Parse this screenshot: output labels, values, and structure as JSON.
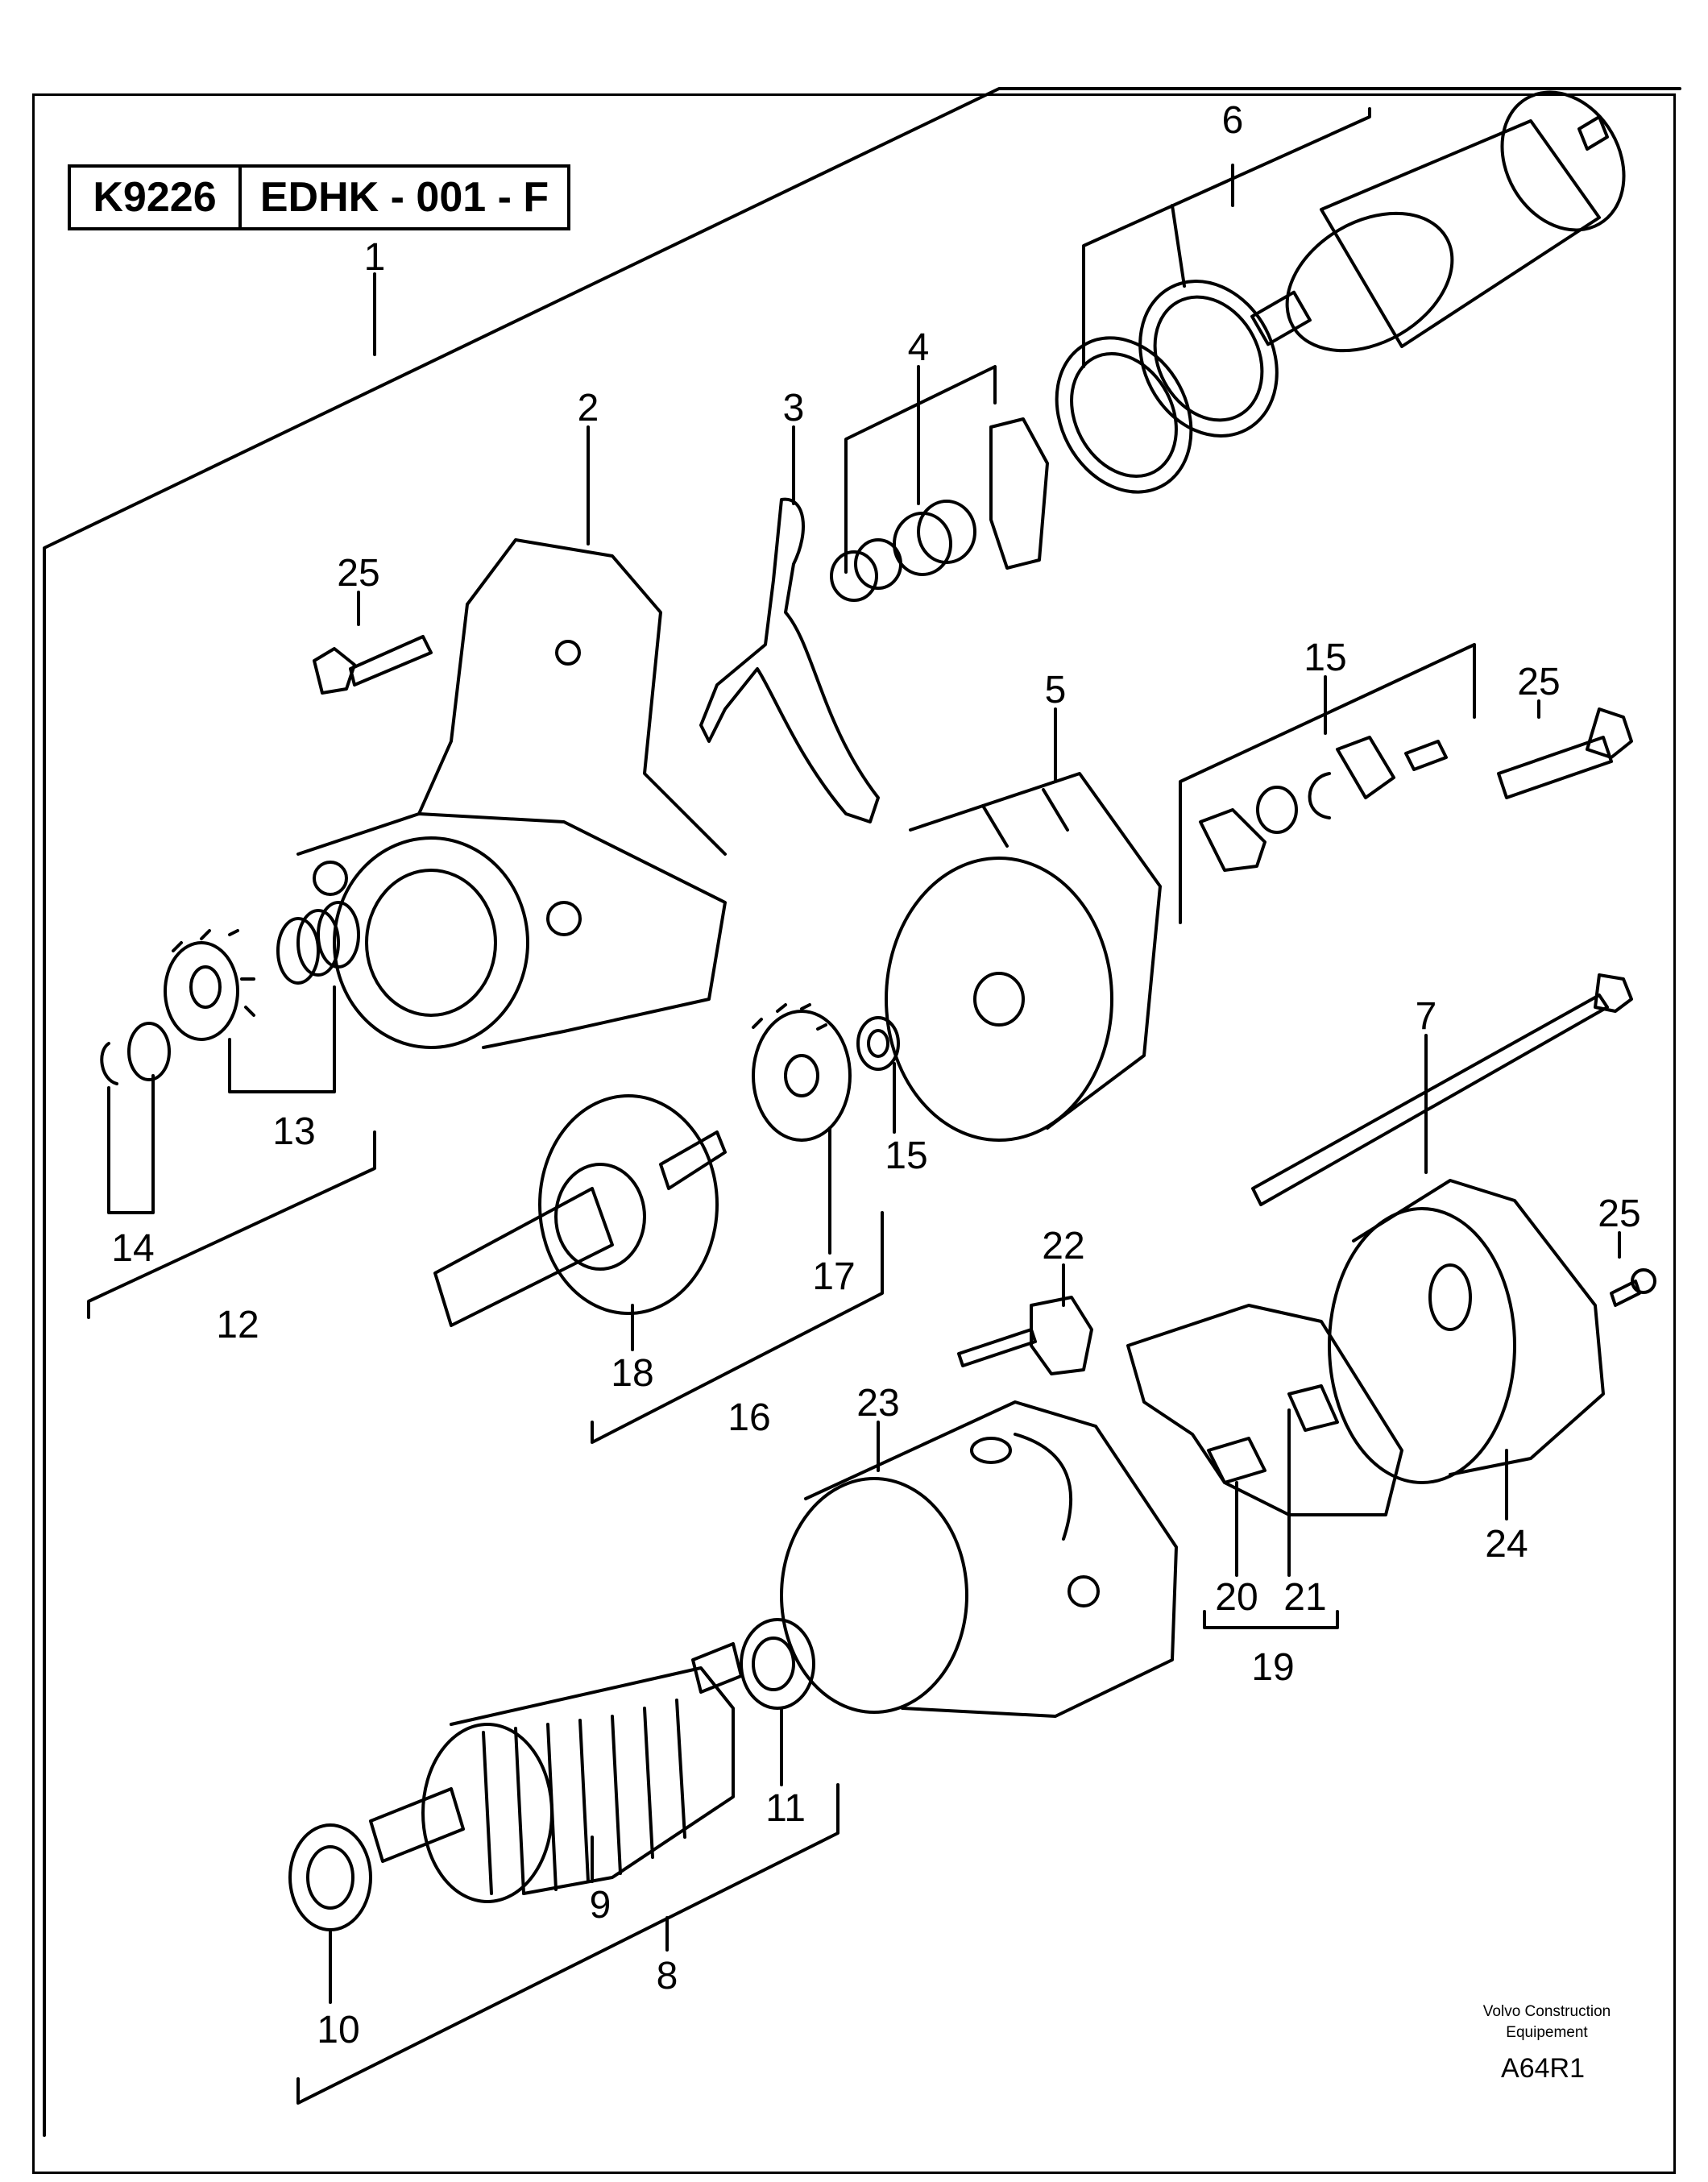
{
  "header": {
    "code_primary": "K9226",
    "code_secondary": "EDHK - 001 - F"
  },
  "footer": {
    "manufacturer_line1": "Volvo Construction",
    "manufacturer_line2": "Equipement",
    "figure_code": "A64R1"
  },
  "callouts": [
    {
      "id": "c1",
      "text": "1"
    },
    {
      "id": "c2",
      "text": "2"
    },
    {
      "id": "c3",
      "text": "3"
    },
    {
      "id": "c4",
      "text": "4"
    },
    {
      "id": "c5",
      "text": "5"
    },
    {
      "id": "c6",
      "text": "6"
    },
    {
      "id": "c7",
      "text": "7"
    },
    {
      "id": "c8",
      "text": "8"
    },
    {
      "id": "c9",
      "text": "9"
    },
    {
      "id": "c10",
      "text": "10"
    },
    {
      "id": "c11",
      "text": "11"
    },
    {
      "id": "c12",
      "text": "12"
    },
    {
      "id": "c13",
      "text": "13"
    },
    {
      "id": "c14",
      "text": "14"
    },
    {
      "id": "c15a",
      "text": "15"
    },
    {
      "id": "c15b",
      "text": "15"
    },
    {
      "id": "c16",
      "text": "16"
    },
    {
      "id": "c17",
      "text": "17"
    },
    {
      "id": "c18",
      "text": "18"
    },
    {
      "id": "c19",
      "text": "19"
    },
    {
      "id": "c20",
      "text": "20"
    },
    {
      "id": "c21",
      "text": "21"
    },
    {
      "id": "c22",
      "text": "22"
    },
    {
      "id": "c23",
      "text": "23"
    },
    {
      "id": "c24",
      "text": "24"
    },
    {
      "id": "c25a",
      "text": "25"
    },
    {
      "id": "c25b",
      "text": "25"
    },
    {
      "id": "c25c",
      "text": "25"
    }
  ]
}
